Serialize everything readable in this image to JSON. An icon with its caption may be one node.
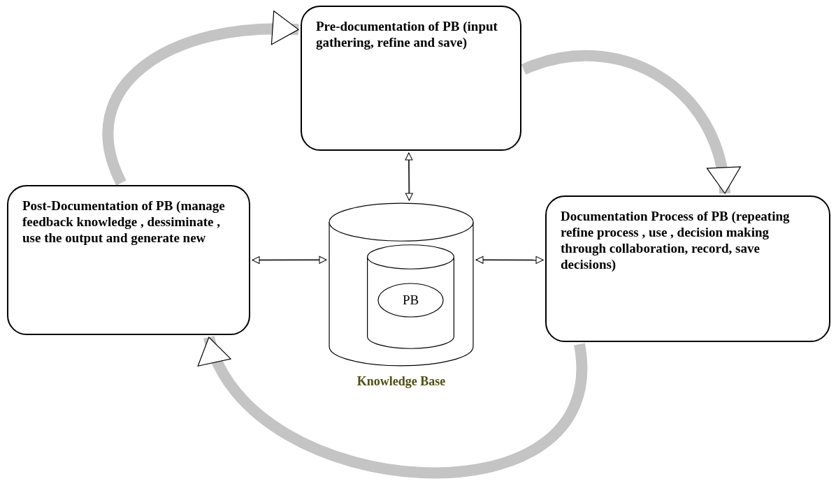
{
  "diagram": {
    "nodes": [
      {
        "text": [
          "Pre-documentation of PB (input gathering, refine and save)"
        ]
      },
      {
        "text": [
          "Post-Documentation of PB (manage feedback knowledge , dessiminate , use the output and generate new"
        ]
      },
      {
        "text": [],
        "shape": "cylinder",
        "beside": [
          "Knowledge Base"
        ]
      },
      {
        "text": [],
        "shape": "cylinder",
        "in": 2
      },
      {
        "text": [
          "PB"
        ],
        "in": 3
      },
      {
        "text": [
          "Documentation Process of PB (repeating refine process , use , decision making through collaboration, record, save  decisions)"
        ]
      }
    ],
    "edges": [
      {
        "from": 0,
        "to": 2,
        "arrow": "both"
      },
      {
        "from": 1,
        "to": 2,
        "arrow": "both"
      },
      {
        "from": 2,
        "to": 5,
        "arrow": "both"
      },
      {
        "from": 1,
        "to": 0,
        "arrow": "to",
        "style": "thick",
        "color": "#c4c4c4"
      },
      {
        "from": 0,
        "to": 5,
        "arrow": "to",
        "style": "thick",
        "color": "#c4c4c4"
      },
      {
        "from": 5,
        "to": 1,
        "arrow": "to",
        "style": "thick",
        "color": "#c4c4c4"
      }
    ]
  }
}
